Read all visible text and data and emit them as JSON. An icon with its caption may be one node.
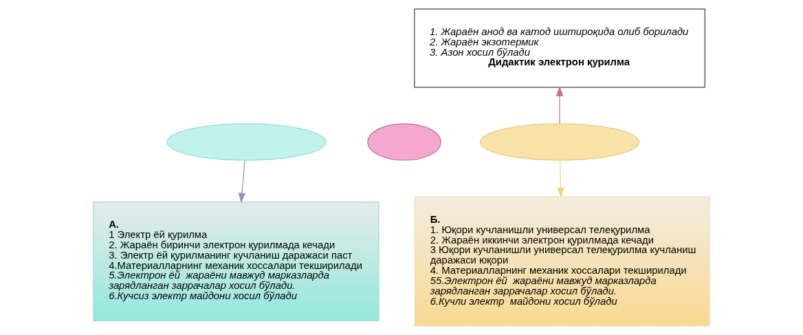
{
  "diagram": {
    "nodes": [
      {
        "text": [
          "1. Жараён анод ва катод иштироқида олиб борилади",
          "2. Жараён экзотермик",
          "3. Азон хосил бўлади",
          "Дидактик электрон қурилма"
        ]
      },
      {
        "text": [],
        "shape": "ellipse"
      },
      {
        "text": [],
        "shape": "ellipse"
      },
      {
        "text": [],
        "shape": "ellipse"
      },
      {
        "text": [
          "А.",
          "1 Электр ёй қурилма",
          "2. Жараён биринчи электрон қурилмада кечади",
          "3. Электр ёй қурилманинг кучланиш даражаси паст",
          "4.Материалларнинг механик хоссалари текширилади",
          "5.Электрон ёй  жараёни мавжуд марказларда зарядланган заррачалар хосил бўлади.",
          "6.Кучсиз электр майдони хосил бўлади"
        ]
      },
      {
        "text": [
          "Б.",
          "1. Юқори кучланишли универсал телеқурилма",
          "2. Жараён иккинчи электрон қурилмада кечади",
          "3 Юқори кучланишли универсал телеқурилма кучланиш даражаси юқори",
          "4. Материалларнинг механик хоссалари текширилади",
          "55.Электрон ёй  жараёни мавжуд марказларда зарядланган заррачалар хосил бўлади.",
          "6.Кучли электр  майдони хосил бўлади"
        ]
      }
    ],
    "edges": [
      {
        "from": 1,
        "to": 4,
        "arrow": "to",
        "color": "#9f8fc0"
      },
      {
        "from": 3,
        "to": 0,
        "arrow": "to",
        "color": "#d0707a"
      },
      {
        "from": 3,
        "to": 5,
        "arrow": "to",
        "color": "#f5d27a"
      }
    ]
  }
}
